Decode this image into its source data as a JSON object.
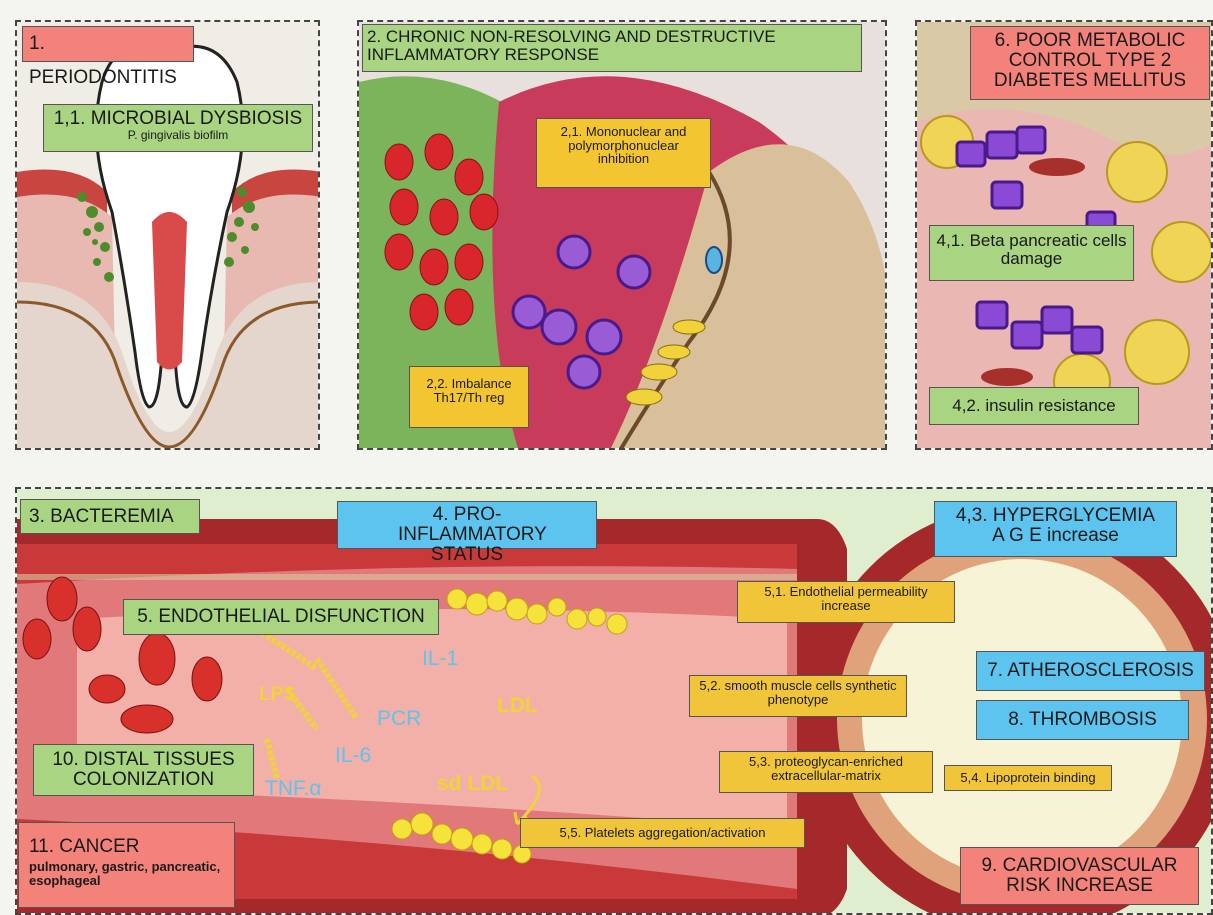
{
  "panel1": {
    "title": "1. PERIODONTITIS",
    "sub_title": "1,1. MICROBIAL DYSBIOSIS",
    "sub_detail": "P. gingivalis biofilm"
  },
  "panel2": {
    "title": "2. CHRONIC NON-RESOLVING AND DESTRUCTIVE INFLAMMATORY RESPONSE",
    "l21": "2,1. Mononuclear and polymorphonuclear inhibition",
    "l22": "2,2. Imbalance Th17/Th reg"
  },
  "panel3": {
    "title": "6. POOR METABOLIC CONTROL TYPE 2 DIABETES MELLITUS",
    "l41": "4,1. Beta pancreatic cells damage",
    "l42": "4,2. insulin resistance"
  },
  "bottom": {
    "bacteremia": "3. BACTEREMIA",
    "proinflammatory": "4. PRO-INFLAMMATORY STATUS",
    "hyperglycemia_title": "4,3. HYPERGLYCEMIA",
    "hyperglycemia_sub": "A G E increase",
    "endothelial": "5. ENDOTHELIAL DISFUNCTION",
    "l51": "5,1. Endothelial permeability increase",
    "l52": "5,2. smooth muscle cells synthetic phenotype",
    "l53": "5,3. proteoglycan-enriched extracellular-matrix",
    "l54": "5,4. Lipoprotein binding",
    "l55": "5,5. Platelets aggregation/activation",
    "atherosclerosis": "7. ATHEROSCLEROSIS",
    "thrombosis": "8. THROMBOSIS",
    "cardio": "9. CARDIOVASCULAR RISK INCREASE",
    "distal": "10. DISTAL TISSUES COLONIZATION",
    "cancer_title": "11. CANCER",
    "cancer_sub": "pulmonary, gastric, pancreatic, esophageal",
    "markers": {
      "lps": "LPS",
      "il1": "IL-1",
      "pcr": "PCR",
      "ldl": "LDL",
      "il6": "IL-6",
      "sdldl": "sd LDL",
      "tnf": "TNF.α"
    }
  },
  "colors": {
    "red_label": "#f3827a",
    "green_label": "#a9d482",
    "blue_label": "#5cc4ee",
    "yellow_label": "#f2c531"
  }
}
